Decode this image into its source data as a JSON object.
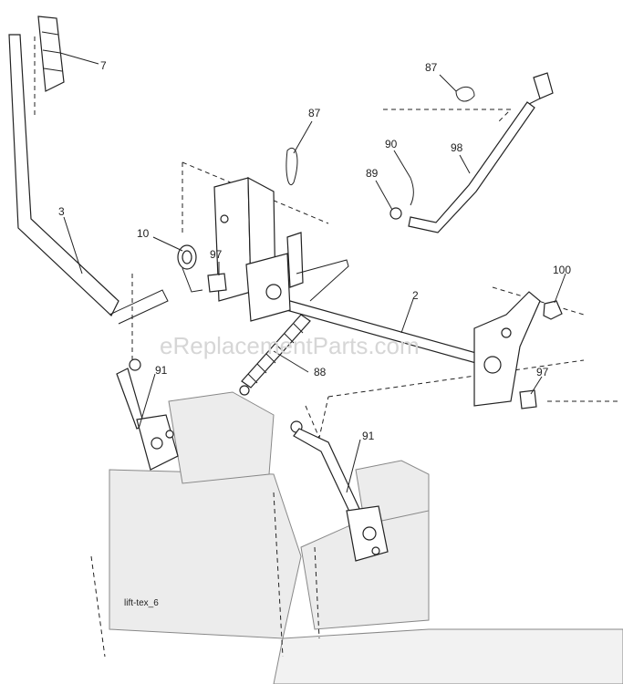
{
  "watermark": "eReplacementParts.com",
  "caption": "lift-tex_6",
  "callouts": [
    {
      "id": "c-7",
      "text": "7"
    },
    {
      "id": "c-3",
      "text": "3"
    },
    {
      "id": "c-87a",
      "text": "87"
    },
    {
      "id": "c-87b",
      "text": "87"
    },
    {
      "id": "c-90",
      "text": "90"
    },
    {
      "id": "c-98",
      "text": "98"
    },
    {
      "id": "c-89",
      "text": "89"
    },
    {
      "id": "c-10",
      "text": "10"
    },
    {
      "id": "c-97a",
      "text": "97"
    },
    {
      "id": "c-2",
      "text": "2"
    },
    {
      "id": "c-100",
      "text": "100"
    },
    {
      "id": "c-91a",
      "text": "91"
    },
    {
      "id": "c-88",
      "text": "88"
    },
    {
      "id": "c-97b",
      "text": "97"
    },
    {
      "id": "c-91b",
      "text": "91"
    }
  ]
}
